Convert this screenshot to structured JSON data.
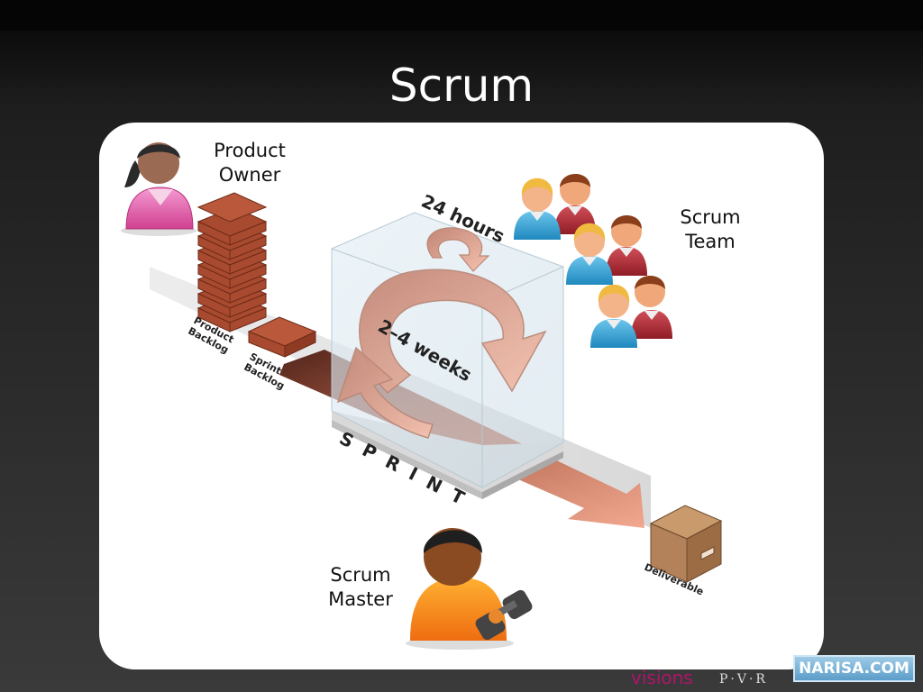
{
  "slide": {
    "title": "Scrum"
  },
  "diagram": {
    "product_owner_label": "Product\nOwner",
    "scrum_team_label": "Scrum\nTeam",
    "scrum_master_label": "Scrum\nMaster",
    "product_backlog_label": "Product Backlog",
    "sprint_backlog_label": "Sprint Backlog",
    "daily_cycle_label": "24 hours",
    "sprint_cycle_label": "2–4 weeks",
    "sprint_label": "SPRINT",
    "deliverable_label": "Deliverable"
  },
  "footer": {
    "visions": "visions",
    "pvr": "P·V·R",
    "badge": "NARISA.COM"
  }
}
